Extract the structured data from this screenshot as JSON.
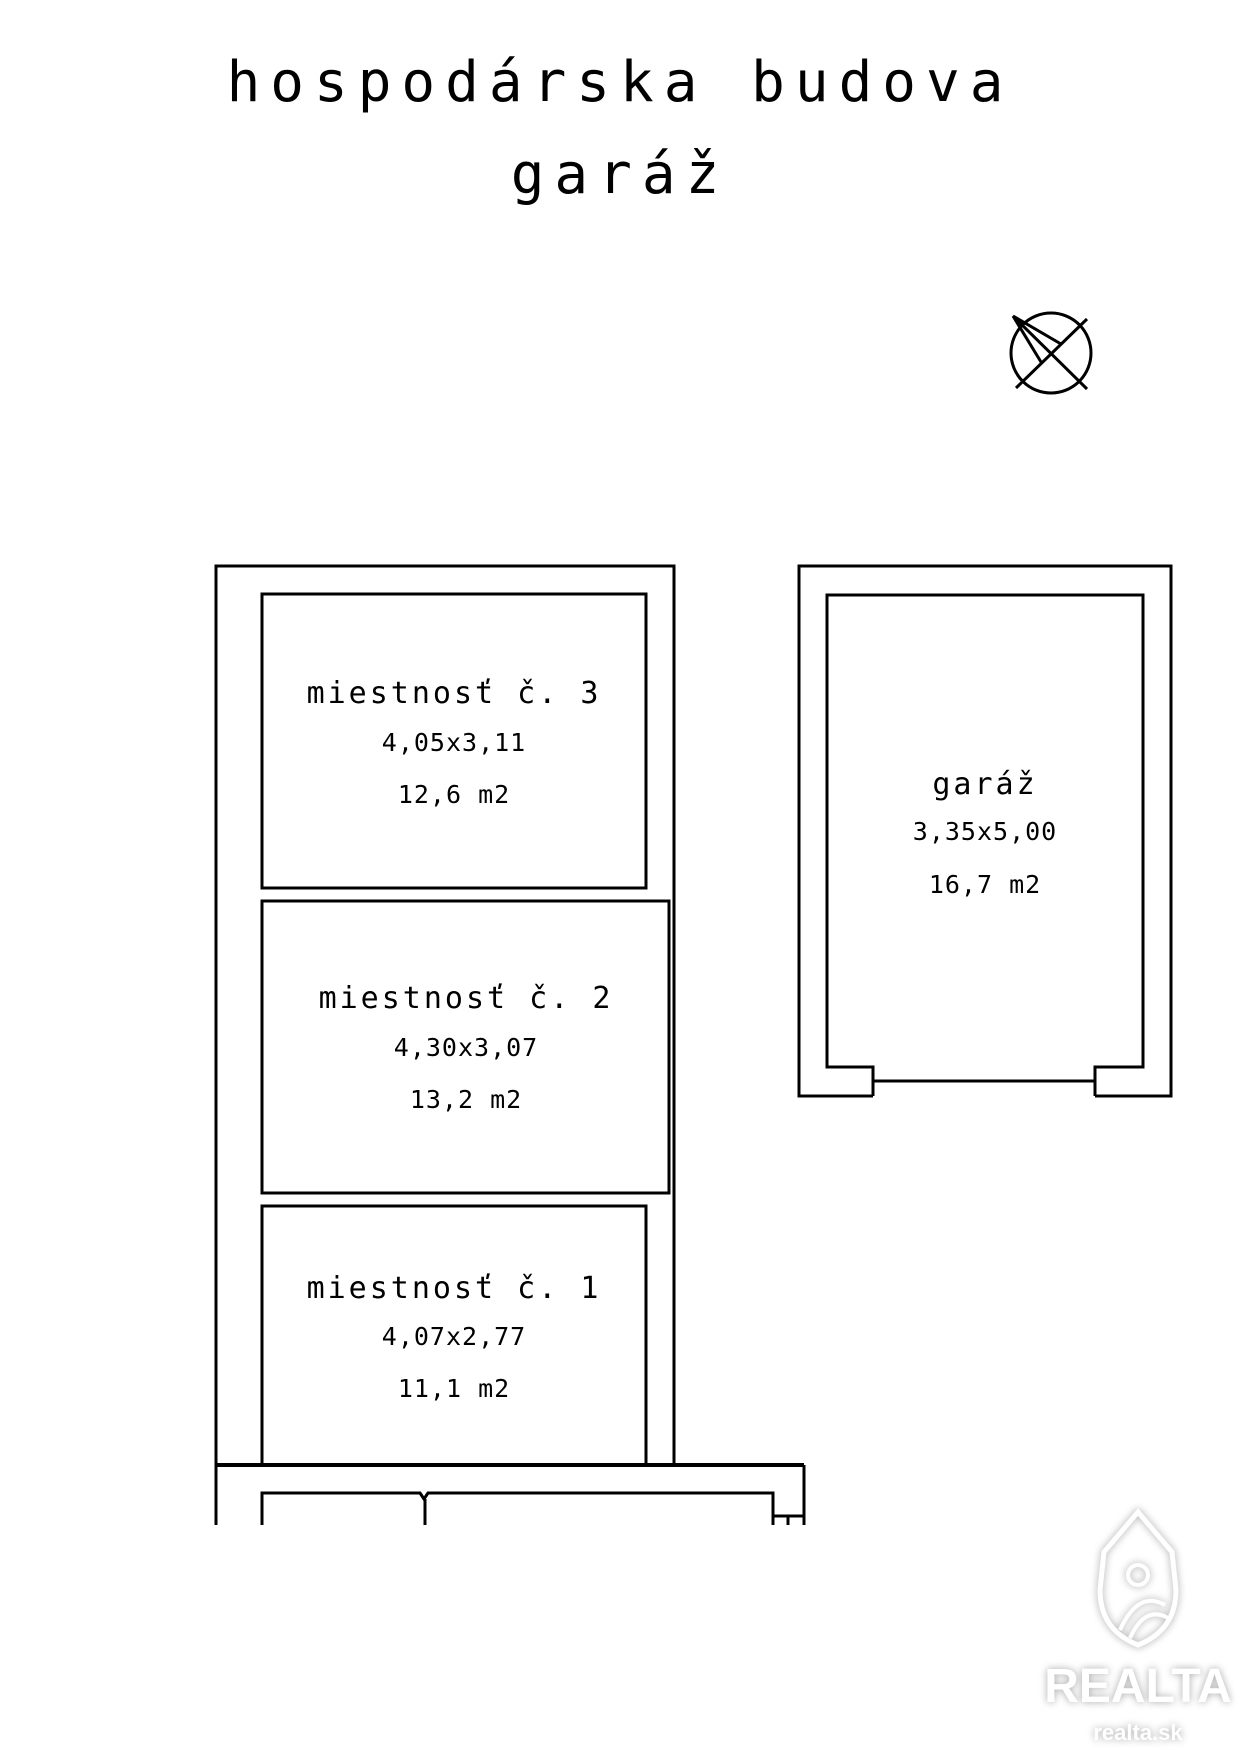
{
  "title": {
    "line1": "hospodárska budova",
    "line2": "garáž"
  },
  "rooms": [
    {
      "name": "miestnosť č. 3",
      "dims": "4,05x3,11",
      "area": "12,6  m2"
    },
    {
      "name": "miestnosť č. 2",
      "dims": "4,30x3,07",
      "area": "13,2  m2"
    },
    {
      "name": "miestnosť č. 1",
      "dims": "4,07x2,77",
      "area": "11,1 m2"
    },
    {
      "name": "garáž",
      "dims": "3,35x5,00",
      "area": "16,7  m2"
    }
  ],
  "watermark": {
    "brand": "REALTA",
    "site": "realta.sk"
  },
  "colors": {
    "line": "#000000",
    "watermark": "#ffffff"
  }
}
